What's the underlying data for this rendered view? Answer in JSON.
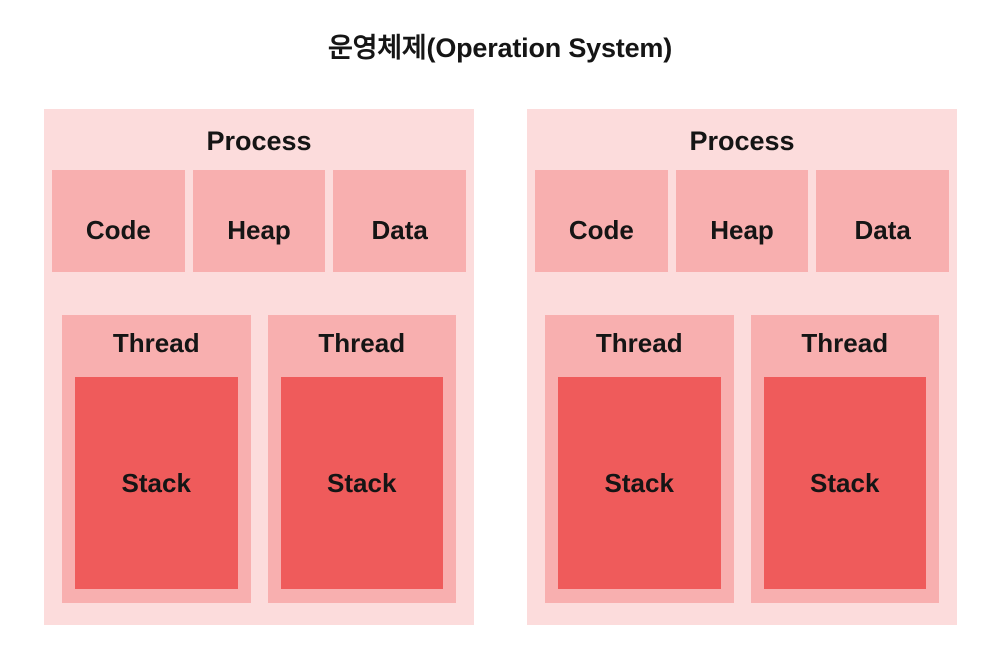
{
  "title": "운영체제(Operation System)",
  "colors": {
    "page_background": "#FFFFFF",
    "process_panel": "#FCDCDC",
    "segment_box": "#F8AFAF",
    "thread_box": "#F8AFAF",
    "stack_box": "#EF5B5B",
    "text": "#151515"
  },
  "processes": [
    {
      "label": "Process",
      "segments": [
        {
          "label": "Code"
        },
        {
          "label": "Heap"
        },
        {
          "label": "Data"
        }
      ],
      "threads": [
        {
          "label": "Thread",
          "stack_label": "Stack"
        },
        {
          "label": "Thread",
          "stack_label": "Stack"
        }
      ]
    },
    {
      "label": "Process",
      "segments": [
        {
          "label": "Code"
        },
        {
          "label": "Heap"
        },
        {
          "label": "Data"
        }
      ],
      "threads": [
        {
          "label": "Thread",
          "stack_label": "Stack"
        },
        {
          "label": "Thread",
          "stack_label": "Stack"
        }
      ]
    }
  ]
}
